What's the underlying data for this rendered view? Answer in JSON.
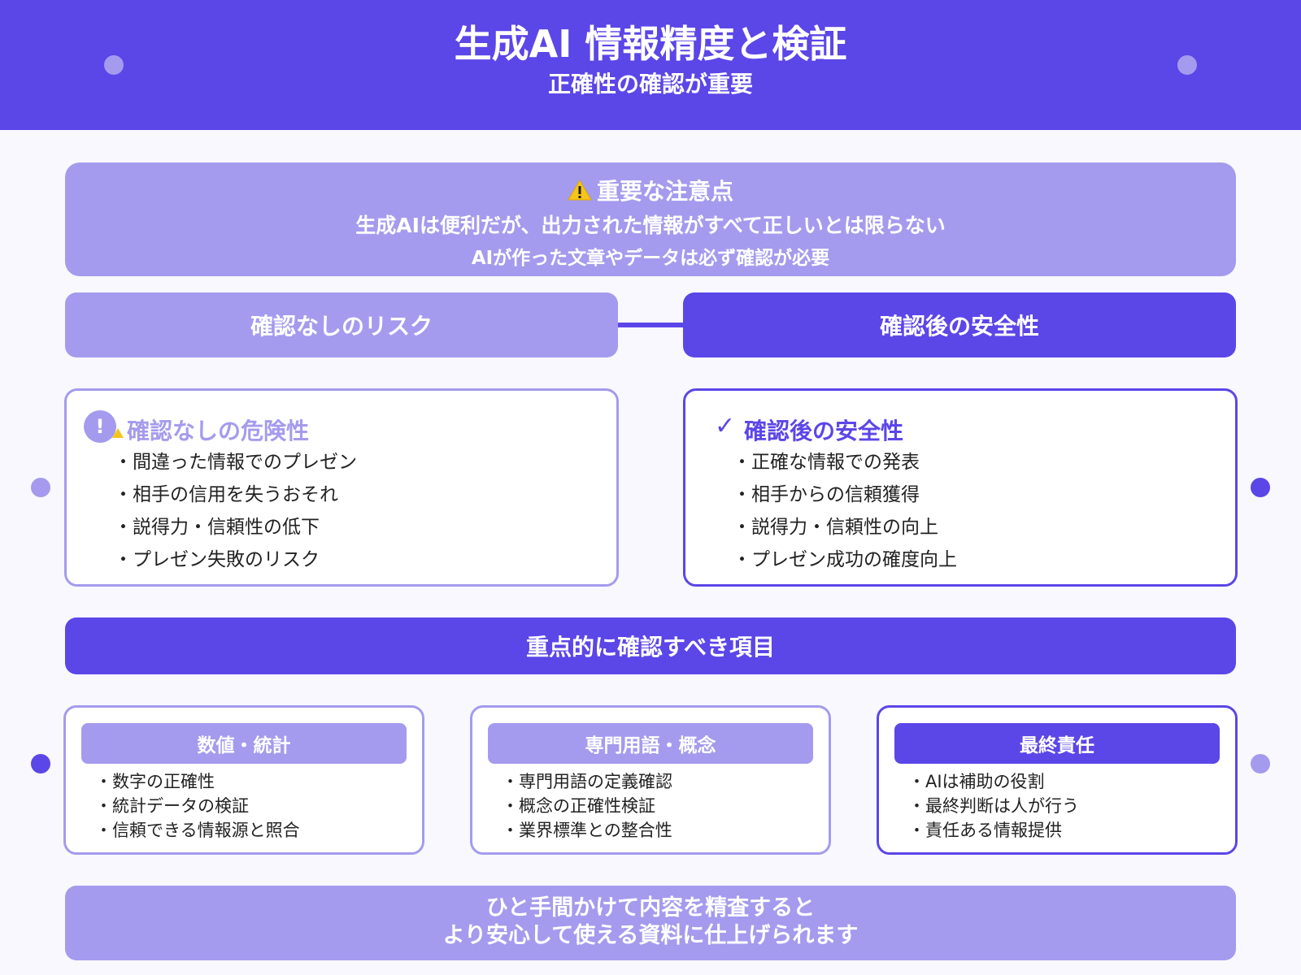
{
  "header": {
    "title": "生成AI 情報精度と検証",
    "subtitle": "正確性の確認が重要"
  },
  "notice": {
    "icon": "warning-icon",
    "title": "重要な注意点",
    "line1": "生成AIは便利だが、出力された情報がすべて正しいとは限らない",
    "line2": "AIが作った文章やデータは必ず確認が必要"
  },
  "columns": {
    "left_header": "確認なしのリスク",
    "right_header": "確認後の安全性"
  },
  "risk_panel": {
    "icon": "alert-icon",
    "icon_glyph": "!",
    "title": "確認なしの危険性",
    "items": [
      "間違った情報でのプレゼン",
      "相手の信用を失うおそれ",
      "説得力・信頼性の低下",
      "プレゼン失敗のリスク"
    ]
  },
  "safety_panel": {
    "icon": "check-icon",
    "icon_glyph": "✓",
    "title": "確認後の安全性",
    "items": [
      "正確な情報での発表",
      "相手からの信頼獲得",
      "説得力・信頼性の向上",
      "プレゼン成功の確度向上"
    ]
  },
  "focus_banner": "重点的に確認すべき項目",
  "cards": [
    {
      "title": "数値・統計",
      "items": [
        "数字の正確性",
        "統計データの検証",
        "信頼できる情報源と照合"
      ]
    },
    {
      "title": "専門用語・概念",
      "items": [
        "専門用語の定義確認",
        "概念の正確性検証",
        "業界標準との整合性"
      ]
    },
    {
      "title": "最終責任",
      "items": [
        "AIは補助の役割",
        "最終判断は人が行う",
        "責任ある情報提供"
      ]
    }
  ],
  "footer": {
    "line1": "ひと手間かけて内容を精査すると",
    "line2": "より安心して使える資料に仕上げられます"
  },
  "colors": {
    "primary": "#5b46e8",
    "light": "#a49bee",
    "background": "#f8f8fe",
    "warning": "#f5c518"
  }
}
